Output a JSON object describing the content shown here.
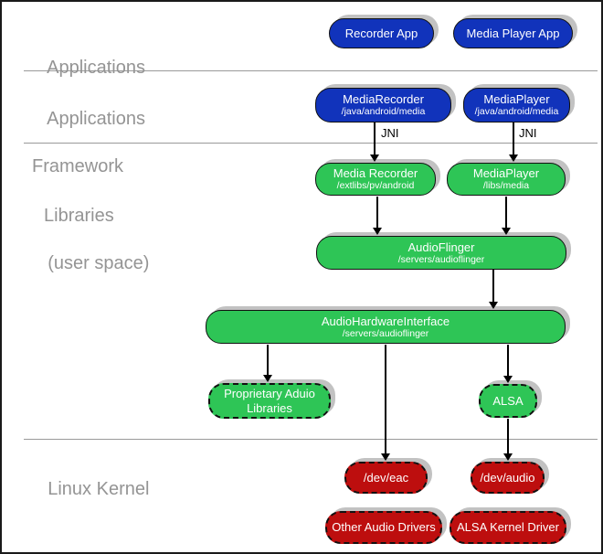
{
  "colors": {
    "app_blue": "#1133bb",
    "lib_green": "#2ec556",
    "kernel_red": "#bd0e0e",
    "shadow_gray": "#c2c2c2",
    "label_gray": "#949494",
    "divider_gray": "#9a9a9a"
  },
  "sections": {
    "applications": {
      "lines": [
        "Applications"
      ]
    },
    "framework": {
      "lines": [
        "Applications",
        "Framework"
      ]
    },
    "libraries": {
      "lines": [
        "Libraries",
        "(user space)"
      ]
    },
    "kernel": {
      "lines": [
        "Linux Kernel"
      ]
    }
  },
  "labels": {
    "jni_left": "JNI",
    "jni_right": "JNI"
  },
  "nodes": {
    "recorder_app": {
      "title": "Recorder App"
    },
    "media_player_app": {
      "title": "Media Player App"
    },
    "media_recorder_fw": {
      "title": "MediaRecorder",
      "path": "/java/android/media"
    },
    "media_player_fw": {
      "title": "MediaPlayer",
      "path": "/java/android/media"
    },
    "media_recorder_lib": {
      "title": "Media Recorder",
      "path": "/extlibs/pv/android"
    },
    "media_player_lib": {
      "title": "MediaPlayer",
      "path": "/libs/media"
    },
    "audioflinger": {
      "title": "AudioFlinger",
      "path": "/servers/audioflinger"
    },
    "audio_hw_interface": {
      "title": "AudioHardwareInterface",
      "path": "/servers/audioflinger"
    },
    "proprietary_audio": {
      "title": "Proprietary Aduio",
      "line2": "Libraries"
    },
    "alsa": {
      "title": "ALSA"
    },
    "dev_eac": {
      "title": "/dev/eac"
    },
    "dev_audio": {
      "title": "/dev/audio"
    },
    "other_audio_drivers": {
      "title": "Other Audio Drivers"
    },
    "alsa_kernel_driver": {
      "title": "ALSA Kernel Driver"
    }
  }
}
